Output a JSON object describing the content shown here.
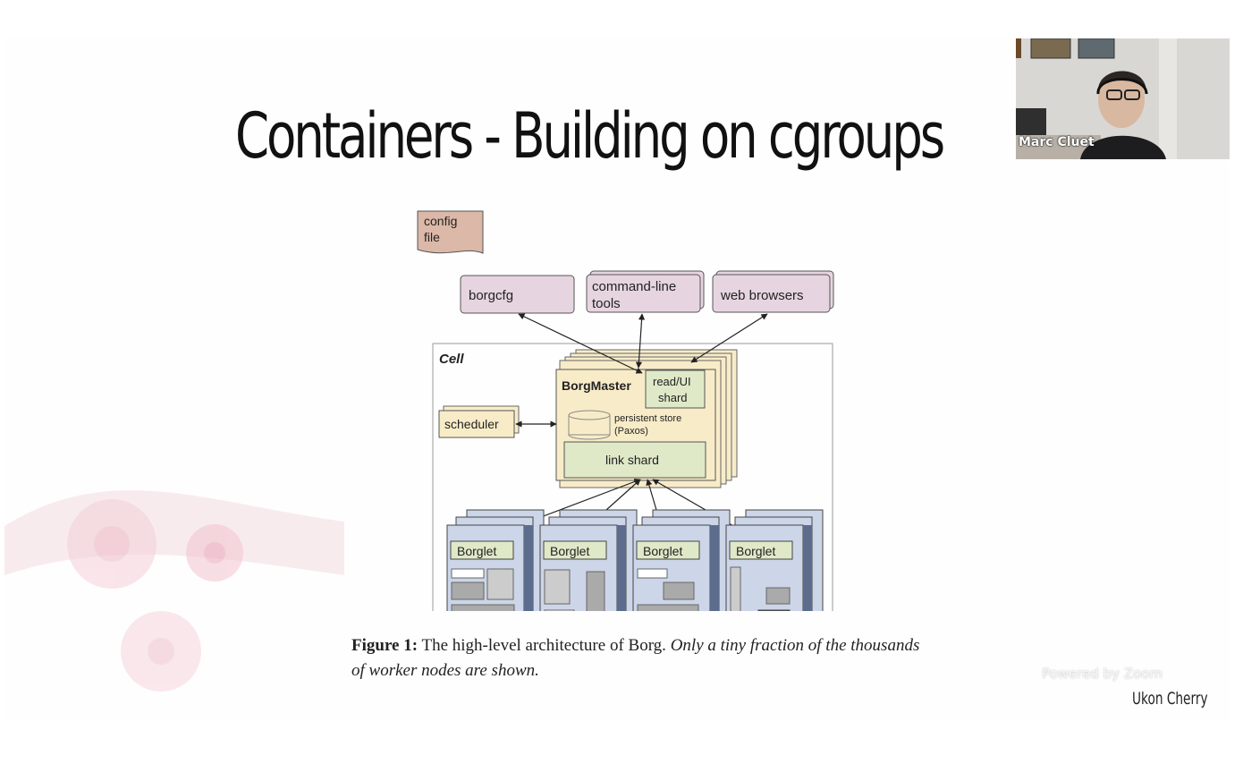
{
  "slide": {
    "title": "Containers - Building on cgroups",
    "diagram": {
      "config_file": [
        "config",
        "file"
      ],
      "borgcfg": "borgcfg",
      "command_line_tools": [
        "command-line",
        "tools"
      ],
      "web_browsers": "web browsers",
      "cell": "Cell",
      "borgmaster": "BorgMaster",
      "read_ui_shard": [
        "read/UI",
        "shard"
      ],
      "scheduler": "scheduler",
      "persistent_store": [
        "persistent store",
        "(Paxos)"
      ],
      "link_shard": "link shard",
      "borglet": "Borglet"
    },
    "caption": {
      "label": "Figure 1:",
      "text": " The high-level architecture of Borg. ",
      "italic": "Only a tiny fraction of the thousands of worker nodes are shown."
    }
  },
  "webcam": {
    "participant_name": "Marc Cluet"
  },
  "footer": {
    "powered_by": "Powered by Zoom",
    "brand": "Ukon Cherry"
  },
  "colors": {
    "client_box": "#e6d5e0",
    "config_file": "#dcb8a8",
    "borgmaster": "#f8ecc8",
    "shard_green": "#dfe9c8",
    "borglet_machine": "#ccd6e8",
    "borglet_side": "#5c6c8c",
    "cherry_decor": "#f4d4dc"
  }
}
